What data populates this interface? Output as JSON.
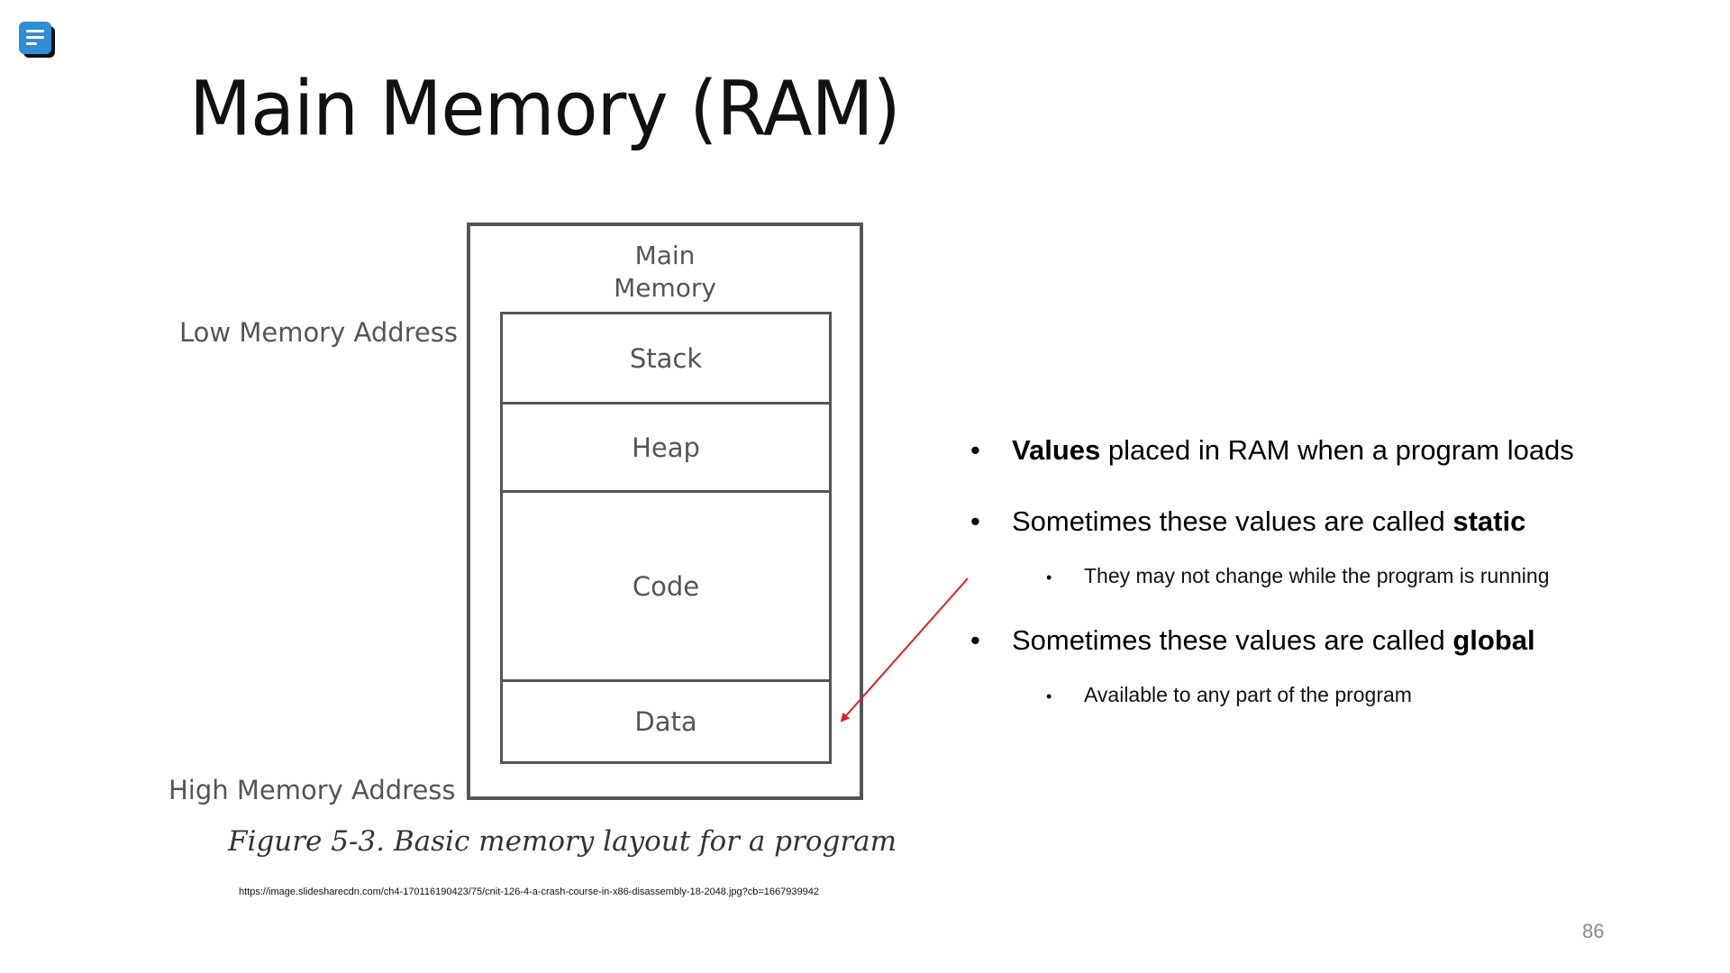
{
  "slide": {
    "title": "Main Memory (RAM)",
    "page_number": "86",
    "icon": "document-lines-icon",
    "accent_color": "#2f8fd6",
    "arrow_color": "#e01f1f"
  },
  "figure": {
    "box_title_line1": "Main",
    "box_title_line2": "Memory",
    "low_label": "Low Memory Address",
    "high_label": "High Memory Address",
    "segments": [
      "Stack",
      "Heap",
      "Code",
      "Data"
    ],
    "caption": "Figure 5-3. Basic memory layout for a program",
    "source_url": "https://image.slidesharecdn.com/ch4-170116190423/75/cnit-126-4-a-crash-course-in-x86-disassembly-18-2048.jpg?cb=1667939942"
  },
  "bullets": [
    {
      "bold_prefix": "Values",
      "text_after": " placed in RAM when a program loads",
      "sub": []
    },
    {
      "text_before": "Sometimes these values are called ",
      "bold_suffix": "static",
      "sub": [
        "They may not change while the program is running"
      ]
    },
    {
      "text_before": "Sometimes these values are called ",
      "bold_suffix": "global",
      "sub": [
        "Available to any part of the program"
      ]
    }
  ],
  "bullet_glyph": "•"
}
